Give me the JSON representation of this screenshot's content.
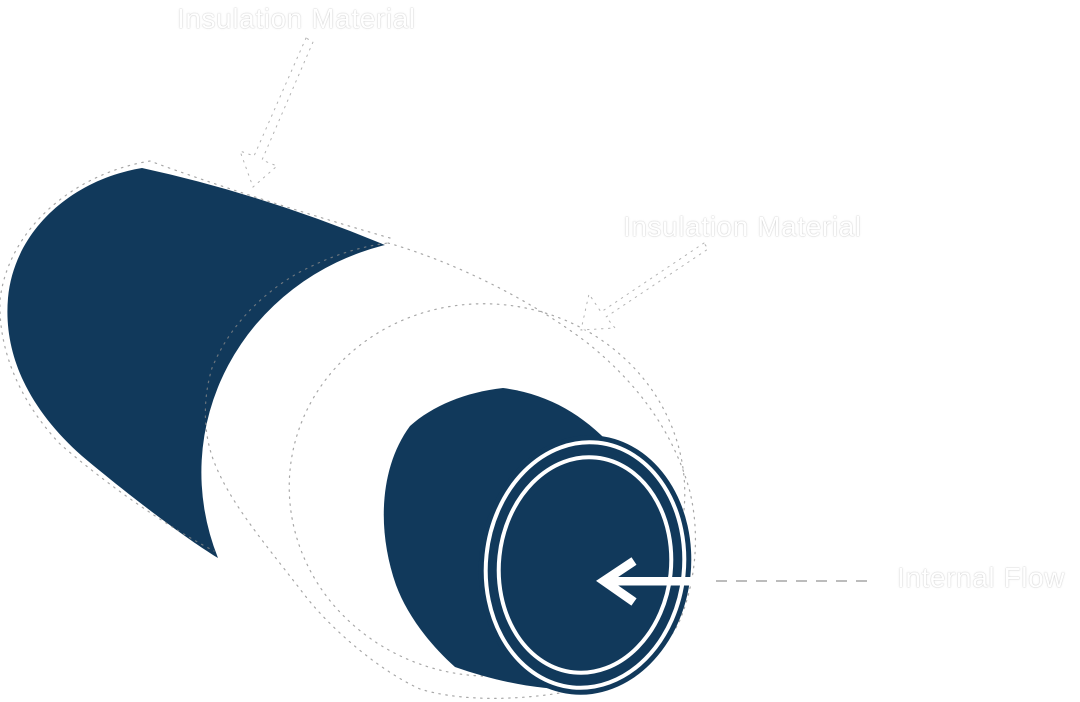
{
  "diagram": {
    "background_color": "#ffffff",
    "pipe_color": "#11395B",
    "text_color": "#ffffff",
    "white_highlight": "#ffffff",
    "dotted_outline_color": "#8a8a8a",
    "dashed_leader_color": "#bcbcbc",
    "labels": {
      "insulation_top": "Insulation Material",
      "insulation_middle": "Insulation Material",
      "internal_flow": "Internal Flow"
    }
  }
}
